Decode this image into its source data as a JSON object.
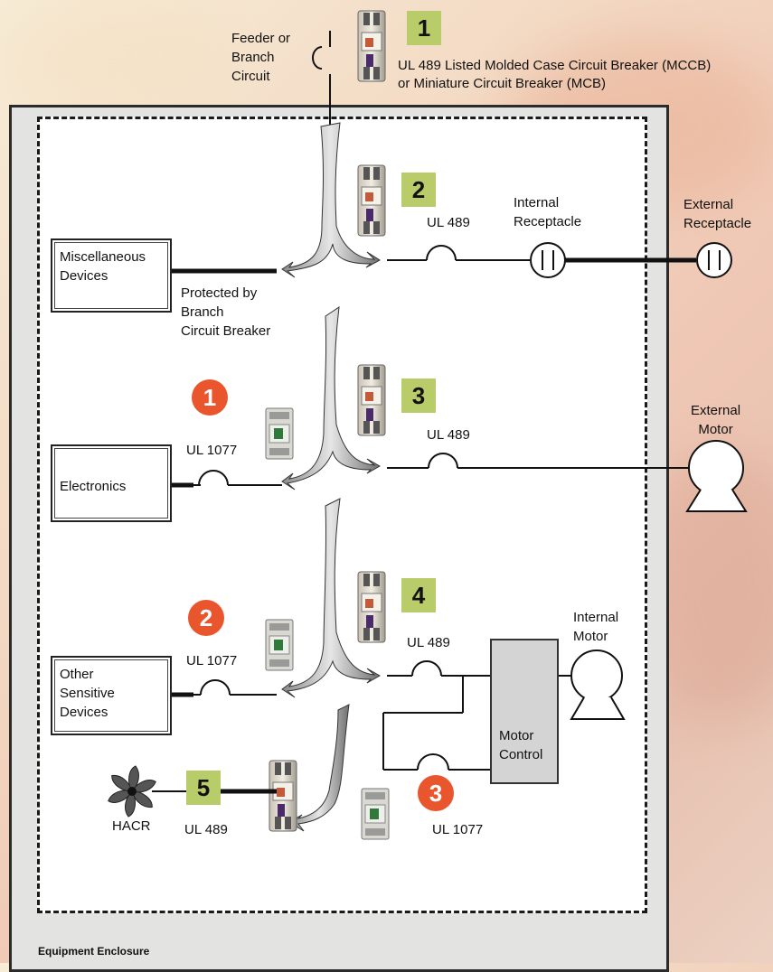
{
  "feeder": "Feeder or\nBranch\nCircuit",
  "breaker_desc_1": "UL 489 Listed Molded Case Circuit Breaker (MCCB)",
  "breaker_desc_2": "or Miniature Circuit Breaker (MCB)",
  "square_numbers": [
    "1",
    "2",
    "3",
    "4",
    "5"
  ],
  "circle_numbers": [
    "1",
    "2",
    "3"
  ],
  "ul489": "UL 489",
  "ul1077": "UL 1077",
  "internal_receptacle": "Internal\nReceptacle",
  "external_receptacle": "External\nReceptacle",
  "misc_devices": "Miscellaneous\nDevices",
  "protected_by": "Protected by\nBranch\nCircuit Breaker",
  "electronics": "Electronics",
  "external_motor": "External\nMotor",
  "internal_motor": "Internal\nMotor",
  "other_sensitive": "Other\nSensitive\nDevices",
  "motor_control": "Motor\nControl",
  "hacr": "HACR",
  "enclosure": "Equipment Enclosure",
  "colors": {
    "square": "#b9cc6a",
    "circle": "#e9552c"
  }
}
